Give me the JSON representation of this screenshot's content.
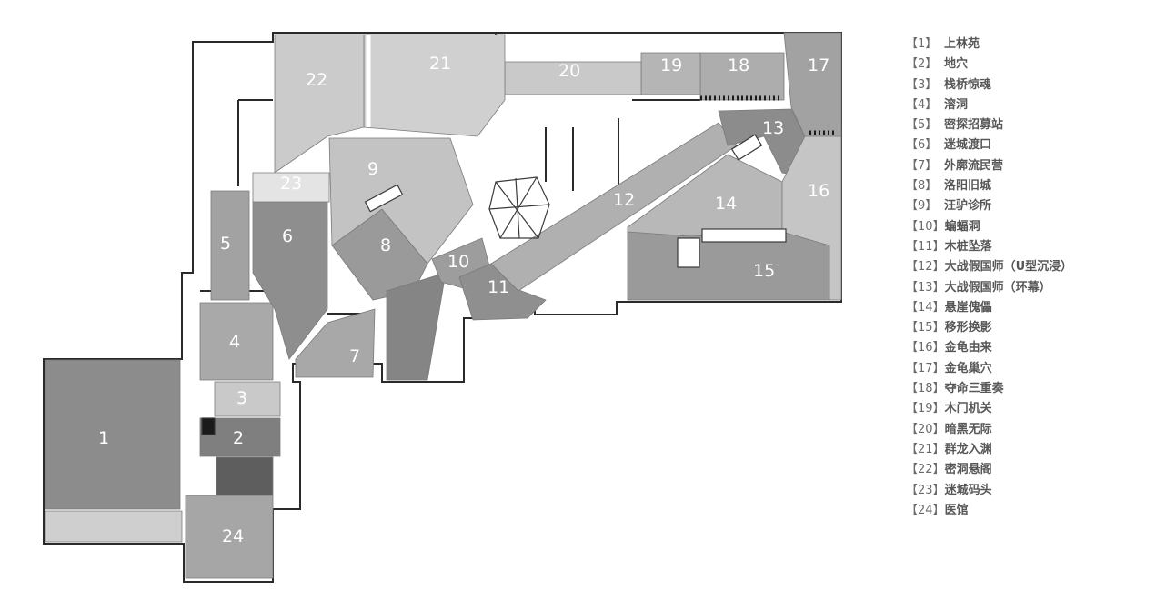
{
  "zones": [
    {
      "number": "1",
      "name": "上林苑"
    },
    {
      "number": "2",
      "name": "地穴"
    },
    {
      "number": "3",
      "name": "栈桥惊魂"
    },
    {
      "number": "4",
      "name": "溶洞"
    },
    {
      "number": "5",
      "name": "密探招募站"
    },
    {
      "number": "6",
      "name": "迷城渡口"
    },
    {
      "number": "7",
      "name": "外廓流民营"
    },
    {
      "number": "8",
      "name": "洛阳旧城"
    },
    {
      "number": "9",
      "name": "汪驴诊所"
    },
    {
      "number": "10",
      "name": "蝙蝠洞"
    },
    {
      "number": "11",
      "name": "木桩坠落"
    },
    {
      "number": "12",
      "name": "大战假国师（U型沉浸）"
    },
    {
      "number": "13",
      "name": "大战假国师（环幕）"
    },
    {
      "number": "14",
      "name": "悬崖傀儡"
    },
    {
      "number": "15",
      "name": "移形换影"
    },
    {
      "number": "16",
      "name": "金龟由来"
    },
    {
      "number": "17",
      "name": "金龟巢穴"
    },
    {
      "number": "18",
      "name": "夺命三重奏"
    },
    {
      "number": "19",
      "name": "木门机关"
    },
    {
      "number": "20",
      "name": "暗黑无际"
    },
    {
      "number": "21",
      "name": "群龙入渊"
    },
    {
      "number": "22",
      "name": "密洞悬阁"
    },
    {
      "number": "23",
      "name": "迷城码头"
    },
    {
      "number": "24",
      "name": "医馆"
    }
  ],
  "legend_brackets": {
    "open": "【",
    "close": "】"
  },
  "colors": {
    "wall": "#2a2a2a",
    "zone_light": "#c9c9c9",
    "zone_mid": "#a9a9a9",
    "zone_dark": "#8c8c8c",
    "zone_darkest": "#5e5e5e",
    "label": "#ffffff",
    "legend_text": "#575757"
  }
}
